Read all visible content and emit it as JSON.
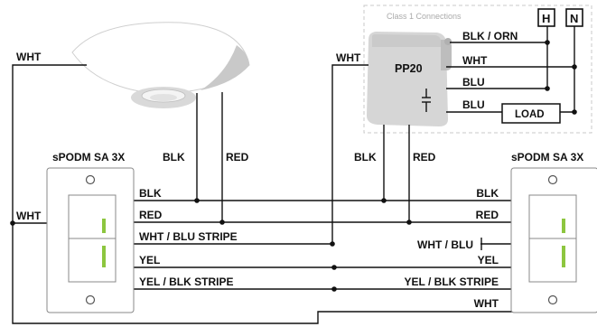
{
  "class1_label": "Class 1 Connections",
  "terminals": {
    "hot": "H",
    "neutral": "N"
  },
  "pack": {
    "name": "PP20"
  },
  "load_label": "LOAD",
  "pack_wires": {
    "left_wht": "WHT",
    "blk_orn": "BLK / ORN",
    "wht": "WHT",
    "blu_upper": "BLU",
    "blu_lower": "BLU",
    "blk": "BLK",
    "red": "RED"
  },
  "sensor_wires": {
    "wht": "WHT",
    "blk": "BLK",
    "red": "RED"
  },
  "left_switch": {
    "title": "sPODM SA 3X",
    "side_wht": "WHT",
    "wires": [
      "BLK",
      "RED",
      "WHT / BLU STRIPE",
      "YEL",
      "YEL / BLK STRIPE"
    ]
  },
  "right_switch": {
    "title": "sPODM SA 3X",
    "wires": [
      "BLK",
      "RED",
      "WHT / BLU",
      "YEL",
      "YEL / BLK STRIPE",
      "WHT"
    ]
  },
  "colors": {
    "indicator_green": "#8dc63f",
    "dashed_border": "#c8c8c8",
    "device_gray": "#d6d6d6"
  }
}
